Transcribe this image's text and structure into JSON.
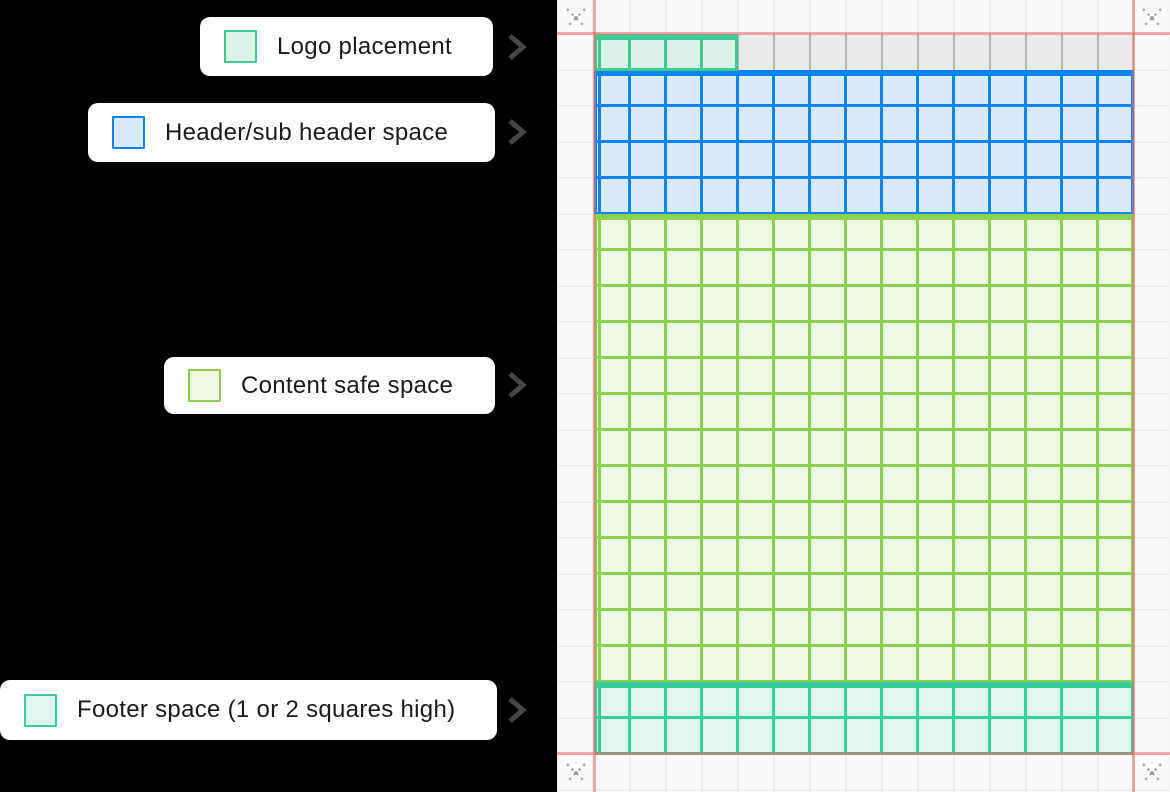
{
  "legend": {
    "items": [
      {
        "id": "logo",
        "label": "Logo placement",
        "swatch_fill": "#dcf4e9",
        "swatch_border": "#3ecb93"
      },
      {
        "id": "header",
        "label": "Header/sub header space",
        "swatch_fill": "#d9eafb",
        "swatch_border": "#0b83f0"
      },
      {
        "id": "content",
        "label": "Content safe space",
        "swatch_fill": "#eff8e7",
        "swatch_border": "#8ccc52"
      },
      {
        "id": "footer",
        "label": "Footer space (1 or 2 squares high)",
        "swatch_fill": "#dff6ec",
        "swatch_border": "#35cf9a"
      }
    ],
    "chevron_icon": "chevron-right-icon",
    "chevron_color": "#474747",
    "panel_background": "#000000"
  },
  "grid_canvas": {
    "background": "#fafafa",
    "faint_gridline_color": "#ededed",
    "margin_line_color": "#f5abab",
    "corner_icon": "dotted-x-icon",
    "corner_icon_color": "#a8a8a8",
    "columns": 15,
    "rows": 20,
    "regions": [
      {
        "id": "logo-row-backdrop",
        "rows": 1,
        "cols": 15,
        "fill": "#eaeaea",
        "line": "#b5b5b5"
      },
      {
        "id": "logo-placement",
        "rows": 1,
        "cols": 4,
        "fill": "#d9f3e8",
        "line": "#3ecb93"
      },
      {
        "id": "header-space",
        "rows": 4,
        "cols": 15,
        "fill": "#d9eafb",
        "line": "#0b83f0"
      },
      {
        "id": "content-safe-space",
        "rows": 13,
        "cols": 15,
        "fill": "#eef8e5",
        "line": "#8bd34f"
      },
      {
        "id": "footer-space",
        "rows": 2,
        "cols": 15,
        "fill": "#def6ec",
        "line": "#35cf9a"
      }
    ]
  }
}
